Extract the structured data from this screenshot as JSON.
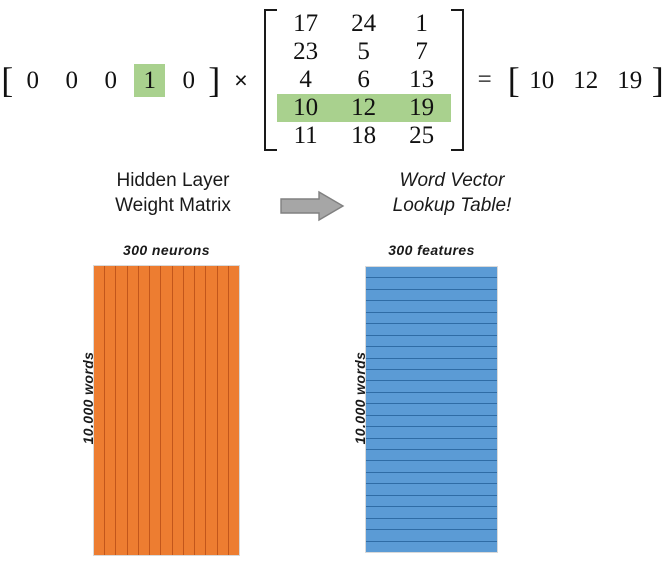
{
  "equation": {
    "input_vector": {
      "open_bracket": "[",
      "close_bracket": "]",
      "values": [
        "0",
        "0",
        "0",
        "1",
        "0"
      ],
      "highlighted_index": 3
    },
    "times_symbol": "×",
    "weight_matrix": {
      "rows": [
        [
          "17",
          "24",
          "1"
        ],
        [
          "23",
          "5",
          "7"
        ],
        [
          "4",
          "6",
          "13"
        ],
        [
          "10",
          "12",
          "19"
        ],
        [
          "11",
          "18",
          "25"
        ]
      ],
      "highlighted_row_index": 3
    },
    "equals_symbol": "=",
    "result_vector": {
      "open_bracket": "[",
      "close_bracket": "]",
      "values": [
        "10",
        "12",
        "19"
      ]
    },
    "highlight_color": "#a9d18e"
  },
  "captions": {
    "left_line1": "Hidden Layer",
    "left_line2": "Weight Matrix",
    "right_line1": "Word Vector",
    "right_line2": "Lookup Table!",
    "arrow_icon": "right-arrow-icon",
    "arrow_color": "#a6a6a6"
  },
  "blocks": {
    "orange": {
      "top_label": "300   neurons",
      "side_label": "10,000   words",
      "color": "#ed7d31",
      "stripe_color": "#c2561b",
      "stripe_count": 13,
      "stripe_orientation": "vertical"
    },
    "blue": {
      "top_label": "300   features",
      "side_label": "10,000   words",
      "color": "#5b9bd5",
      "stripe_color": "#2f6ca5",
      "stripe_count": 25,
      "stripe_orientation": "horizontal"
    }
  }
}
